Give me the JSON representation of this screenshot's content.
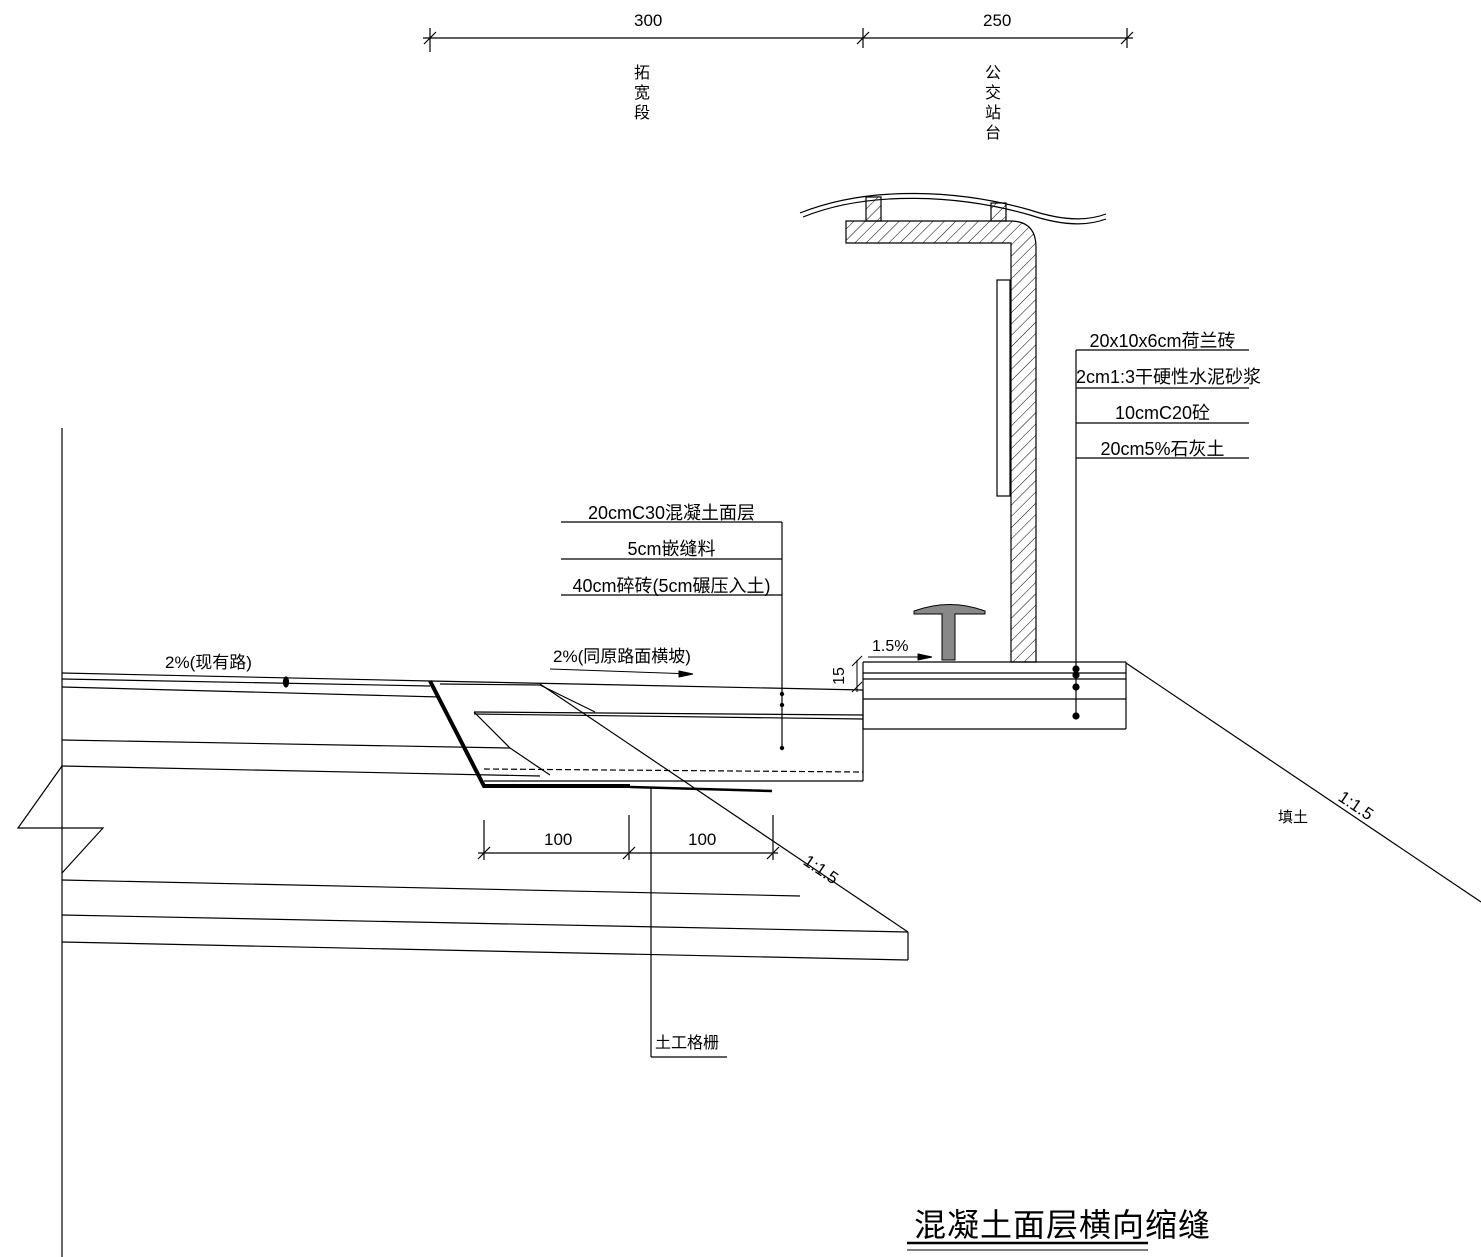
{
  "dimensions": {
    "top_left": "300",
    "top_right": "250",
    "bottom_left": "100",
    "bottom_right": "100",
    "step_height": "15"
  },
  "zones": {
    "widening_section": "拓宽段",
    "bus_platform": "公交站台"
  },
  "platform_layers": [
    "20x10x6cm荷兰砖",
    "2cm1:3干硬性水泥砂浆",
    "10cmC20砼",
    "20cm5%石灰土"
  ],
  "road_layers": [
    "20cmC30混凝土面层",
    "5cm嵌缝料",
    "40cm碎砖(5cm碾压入土)"
  ],
  "slopes": {
    "existing_road": "2%(现有路)",
    "new_road": "2%(同原路面横坡)",
    "platform": "1.5%",
    "side_slope_left": "1:1.5",
    "side_slope_right": "1:1.5"
  },
  "fill_label": "填土",
  "geogrid_label": "土工格栅",
  "drawing_title": "混凝土面层横向缩缝"
}
